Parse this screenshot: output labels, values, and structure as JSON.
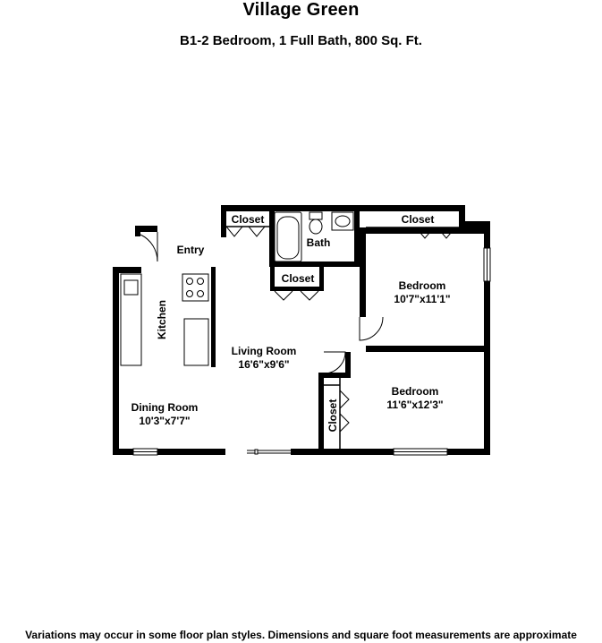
{
  "title": "Village Green",
  "subtitle": "B1-2 Bedroom, 1 Full Bath, 800 Sq. Ft.",
  "disclaimer": "Variations may occur in some floor plan styles. Dimensions and square foot measurements are approximate",
  "rooms": {
    "closet_top_left": "Closet",
    "closet_top_right": "Closet",
    "closet_center": "Closet",
    "closet_bedroom2": "Closet",
    "bath": "Bath",
    "entry": "Entry",
    "kitchen": "Kitchen",
    "bedroom1": {
      "name": "Bedroom",
      "dims": "10'7\"x11'1\""
    },
    "bedroom2": {
      "name": "Bedroom",
      "dims": "11'6\"x12'3\""
    },
    "living": {
      "name": "Living Room",
      "dims": "16'6\"x9'6\""
    },
    "dining": {
      "name": "Dining Room",
      "dims": "10'3\"x7'7\""
    }
  }
}
